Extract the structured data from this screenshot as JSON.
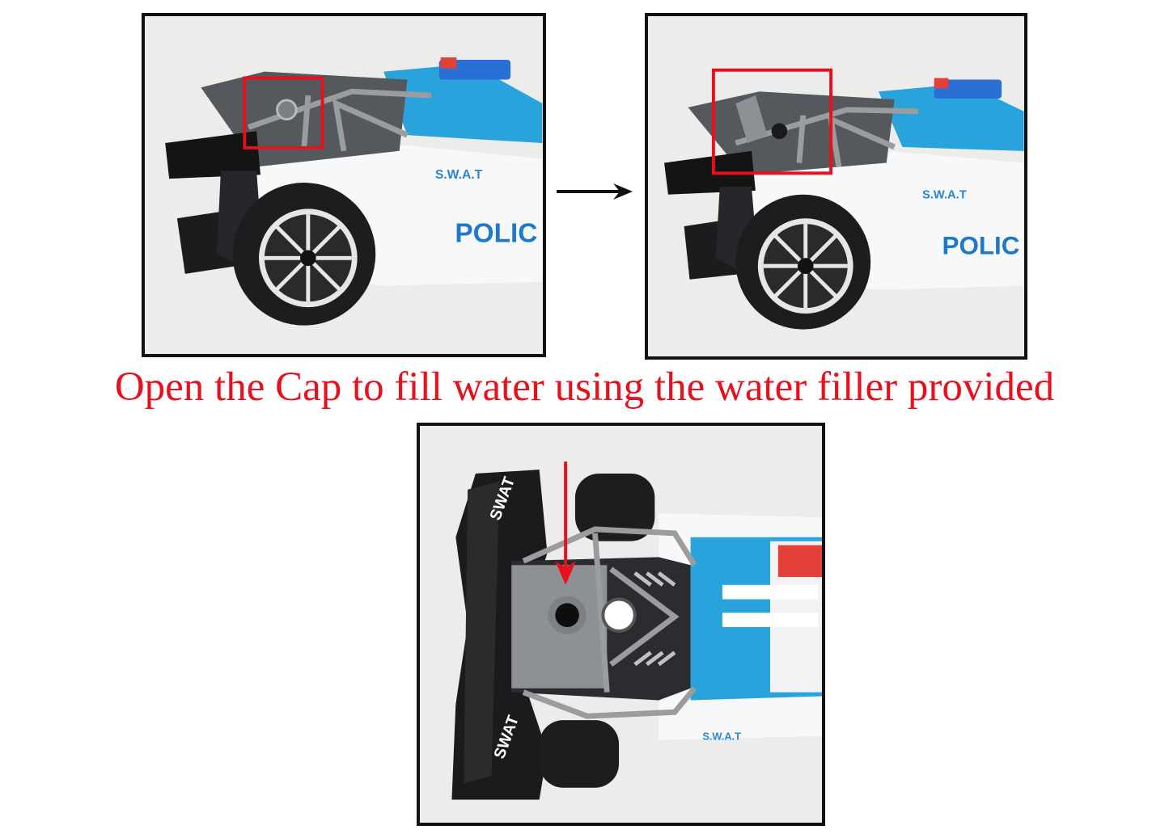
{
  "caption": "Open the Cap to fill water using the water filler provided",
  "decals": {
    "swat_dotted": "S.W.A.T",
    "police_partial": "POLIC",
    "wing_swat": "SWAT"
  },
  "colors": {
    "caption": "#e8101d",
    "highlight": "#e8101d",
    "frame_border": "#111111",
    "body_blue": "#29a3dc",
    "body_white": "#f7f8fa",
    "tire": "#1d1d1f",
    "cage_grey": "#9a9c9e"
  },
  "icons": {
    "flow_arrow": "right-arrow-icon",
    "pointer_arrow": "down-arrow-icon",
    "highlight_box": "highlight-box"
  }
}
